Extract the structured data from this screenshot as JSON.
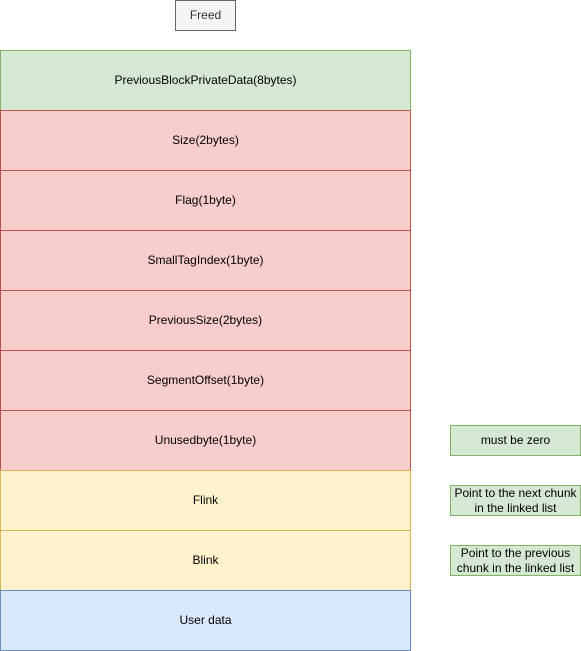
{
  "title": "Freed",
  "blocks": [
    {
      "label": "PreviousBlockPrivateData(8bytes)",
      "color": "#d5e8d4"
    },
    {
      "label": "Size(2bytes)",
      "color": "#f8cecc"
    },
    {
      "label": "Flag(1byte)",
      "color": "#f8cecc"
    },
    {
      "label": "SmallTagIndex(1byte)",
      "color": "#f8cecc"
    },
    {
      "label": "PreviousSize(2bytes)",
      "color": "#f8cecc"
    },
    {
      "label": "SegmentOffset(1byte)",
      "color": "#f8cecc"
    },
    {
      "label": "Unusedbyte(1byte)",
      "color": "#f8cecc"
    },
    {
      "label": "Flink",
      "color": "#fff2cc"
    },
    {
      "label": "Blink",
      "color": "#fff2cc"
    },
    {
      "label": "User data",
      "color": "#dae8fc"
    }
  ],
  "notes": [
    {
      "label": "must be zero"
    },
    {
      "label": "Point to the next chunk in the linked list"
    },
    {
      "label": "Point to the previous chunk in the linked list"
    }
  ]
}
